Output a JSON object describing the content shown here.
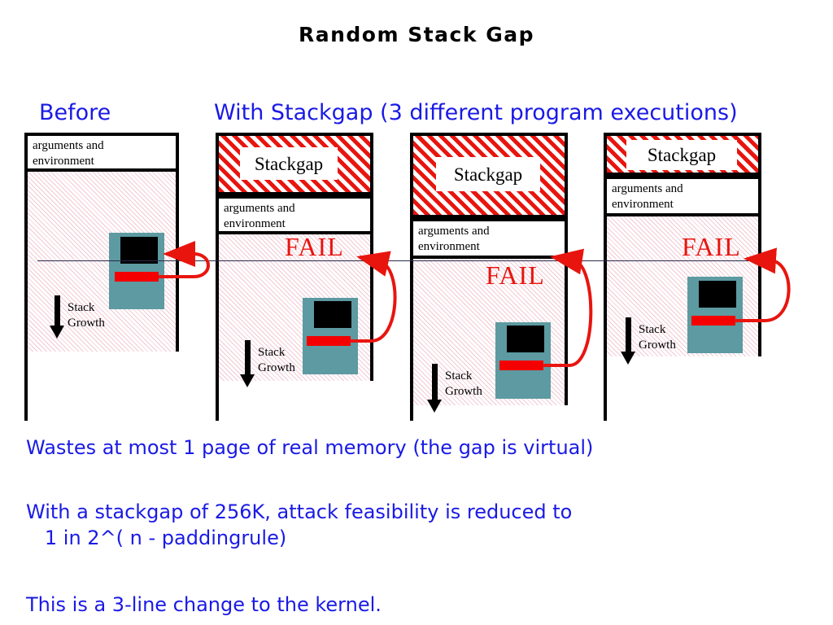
{
  "slide": {
    "title": "Random Stack Gap",
    "headings": {
      "before": "Before",
      "with_stackgap": "With Stackgap  (3 different program executions)"
    },
    "labels": {
      "args_env": "arguments and\nenvironment",
      "stackgap": "Stackgap",
      "stack_growth": "Stack\nGrowth",
      "fail": "FAIL"
    },
    "colors": {
      "heading_blue": "#1a1ae6",
      "hatch_red": "#e8150f",
      "hatch_pink": "#f2c9d4",
      "stack_teal": "#5d9aa1",
      "red_bar": "#f40000",
      "frame_black": "#000000",
      "fail_red": "#e8150f"
    },
    "columns": [
      {
        "name": "before",
        "has_stackgap": false,
        "has_fail": false,
        "args_env": "arguments and\nenvironment",
        "stack_growth": "Stack\nGrowth"
      },
      {
        "name": "execution-1",
        "has_stackgap": true,
        "has_fail": true,
        "stackgap": "Stackgap",
        "args_env": "arguments and\nenvironment",
        "fail": "FAIL",
        "stack_growth": "Stack\nGrowth"
      },
      {
        "name": "execution-2",
        "has_stackgap": true,
        "has_fail": true,
        "stackgap": "Stackgap",
        "args_env": "arguments and\nenvironment",
        "fail": "FAIL",
        "stack_growth": "Stack\nGrowth"
      },
      {
        "name": "execution-3",
        "has_stackgap": true,
        "has_fail": true,
        "stackgap": "Stackgap",
        "args_env": "arguments and\nenvironment",
        "fail": "FAIL",
        "stack_growth": "Stack\nGrowth"
      }
    ],
    "bullets": [
      "Wastes at most 1 page of real memory (the gap is virtual)",
      "With a stackgap of 256K, attack feasibility is reduced to\n   1 in 2^( n - paddingrule)",
      "This is a 3-line change to the kernel."
    ]
  }
}
